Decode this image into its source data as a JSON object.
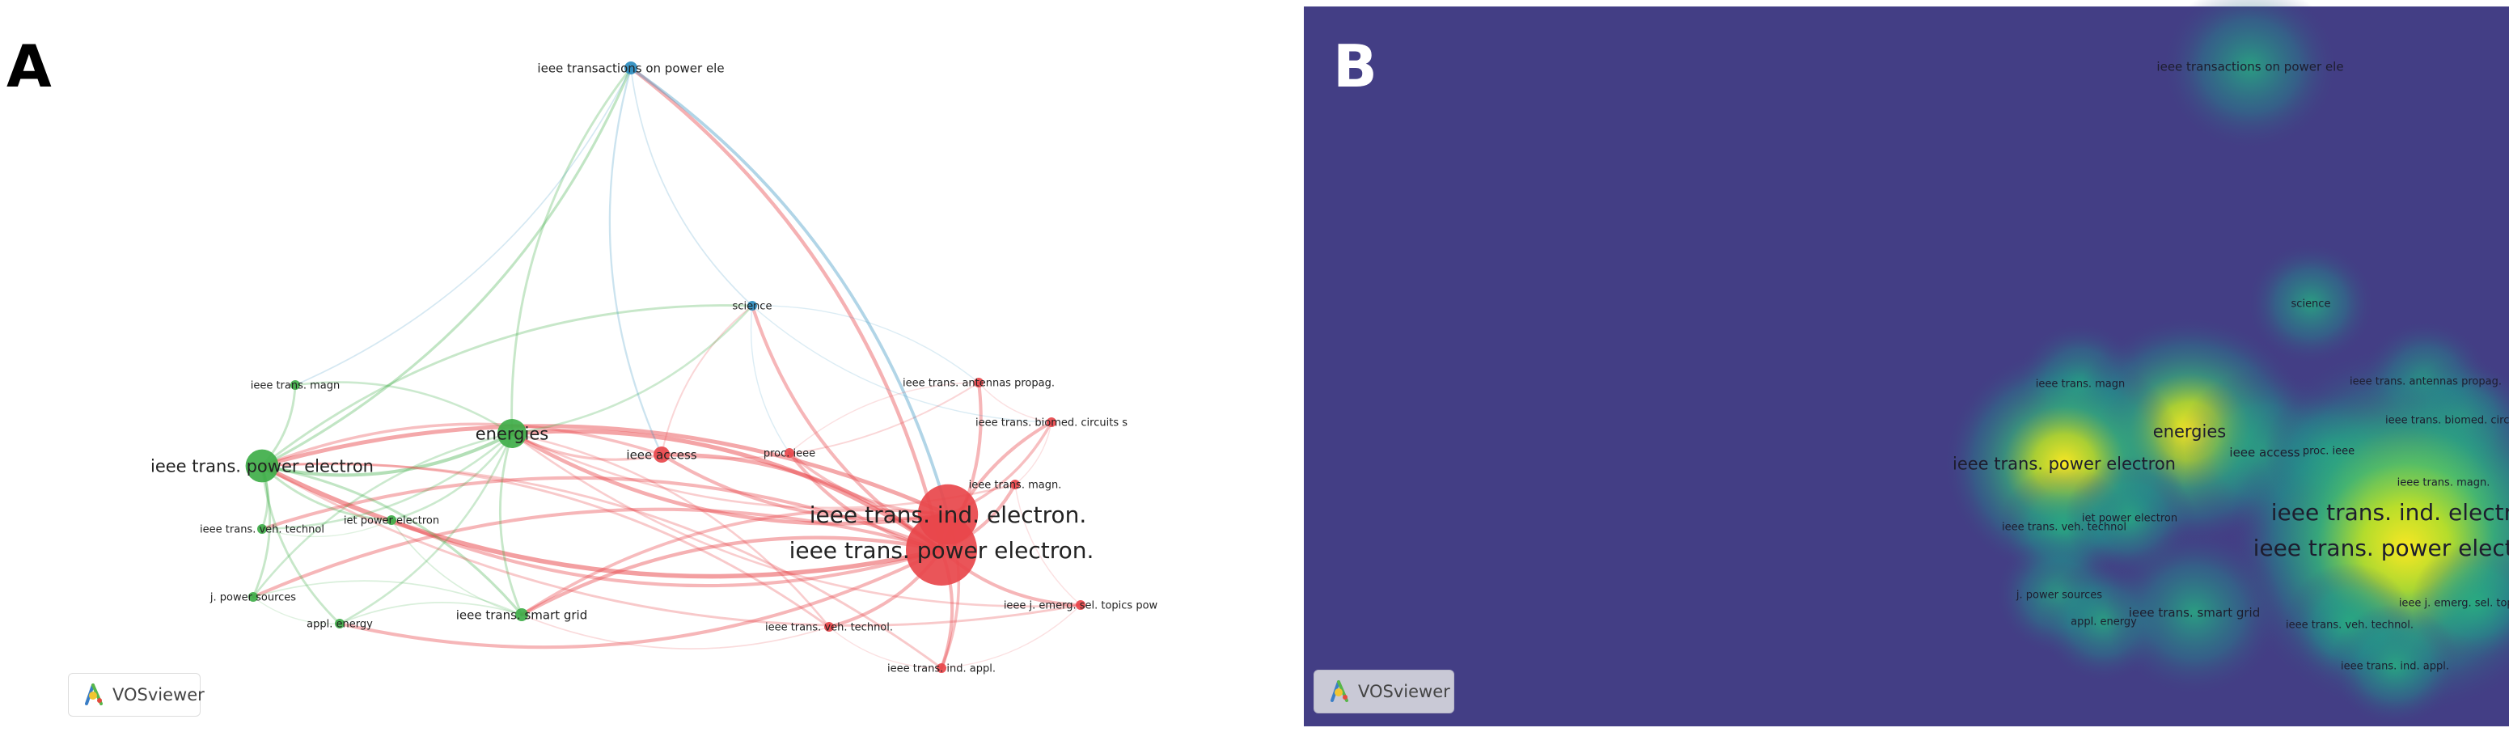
{
  "panels": {
    "a": {
      "letter": "A"
    },
    "b": {
      "letter": "B"
    }
  },
  "branding": {
    "label": "VOSviewer"
  },
  "colors": {
    "cluster_red": "#e8464b",
    "cluster_green": "#3fae49",
    "cluster_blue": "#2b8cbf",
    "density_bg": "#433e85",
    "density_peak": "#f9e723"
  },
  "network": {
    "nodes": [
      {
        "id": "tpe_ele",
        "label": "ieee transactions on power ele",
        "cluster": "blue",
        "weight": 2,
        "a": [
          780,
          84
        ],
        "b": [
          1170,
          82
        ]
      },
      {
        "id": "science",
        "label": "science",
        "cluster": "blue",
        "weight": 1,
        "a": [
          930,
          378
        ],
        "b": [
          1245,
          375
        ]
      },
      {
        "id": "magn_g",
        "label": "ieee trans. magn",
        "cluster": "green",
        "weight": 1,
        "a": [
          365,
          476
        ],
        "b": [
          960,
          474
        ]
      },
      {
        "id": "energies",
        "label": "energies",
        "cluster": "green",
        "weight": 5,
        "a": [
          633,
          536
        ],
        "b": [
          1095,
          533
        ]
      },
      {
        "id": "tpe_green",
        "label": "ieee trans. power electron",
        "cluster": "green",
        "weight": 6,
        "a": [
          324,
          576
        ],
        "b": [
          940,
          573
        ]
      },
      {
        "id": "ieee_access",
        "label": "ieee access",
        "cluster": "red",
        "weight": 3,
        "a": [
          818,
          562
        ],
        "b": [
          1188,
          559
        ]
      },
      {
        "id": "proc_ieee",
        "label": "proc. ieee",
        "cluster": "red",
        "weight": 1,
        "a": [
          976,
          560
        ],
        "b": [
          1267,
          557
        ]
      },
      {
        "id": "antennas",
        "label": "ieee trans. antennas propag.",
        "cluster": "red",
        "weight": 1,
        "a": [
          1210,
          473
        ],
        "b": [
          1387,
          471
        ]
      },
      {
        "id": "biomed",
        "label": "ieee trans. biomed. circuits s",
        "cluster": "red",
        "weight": 1,
        "a": [
          1300,
          522
        ],
        "b": [
          1431,
          519
        ]
      },
      {
        "id": "magn_r",
        "label": "ieee trans. magn.",
        "cluster": "red",
        "weight": 1,
        "a": [
          1255,
          599
        ],
        "b": [
          1409,
          596
        ]
      },
      {
        "id": "ind_elec",
        "label": "ieee trans. ind. electron.",
        "cluster": "red",
        "weight": 8,
        "a": [
          1172,
          636
        ],
        "b": [
          1367,
          633
        ]
      },
      {
        "id": "tpe_red",
        "label": "ieee trans. power electron.",
        "cluster": "red",
        "weight": 10,
        "a": [
          1164,
          680
        ],
        "b": [
          1362,
          677
        ]
      },
      {
        "id": "veh_g",
        "label": "ieee trans. veh. technol",
        "cluster": "green",
        "weight": 1,
        "a": [
          324,
          654
        ],
        "b": [
          940,
          651
        ]
      },
      {
        "id": "iet",
        "label": "iet power electron",
        "cluster": "green",
        "weight": 1,
        "a": [
          484,
          643
        ],
        "b": [
          1021,
          640
        ]
      },
      {
        "id": "jps",
        "label": "j. power sources",
        "cluster": "green",
        "weight": 1,
        "a": [
          313,
          738
        ],
        "b": [
          934,
          735
        ]
      },
      {
        "id": "appl_energy",
        "label": "appl. energy",
        "cluster": "green",
        "weight": 1,
        "a": [
          420,
          771
        ],
        "b": [
          989,
          768
        ]
      },
      {
        "id": "smart_grid",
        "label": "ieee trans. smart grid",
        "cluster": "green",
        "weight": 2,
        "a": [
          645,
          760
        ],
        "b": [
          1101,
          757
        ]
      },
      {
        "id": "veh_r",
        "label": "ieee trans. veh. technol.",
        "cluster": "red",
        "weight": 1,
        "a": [
          1025,
          775
        ],
        "b": [
          1293,
          772
        ]
      },
      {
        "id": "emerg",
        "label": "ieee j. emerg. sel. topics pow",
        "cluster": "red",
        "weight": 1,
        "a": [
          1336,
          748
        ],
        "b": [
          1449,
          745
        ]
      },
      {
        "id": "ind_appl",
        "label": "ieee trans. ind. appl.",
        "cluster": "red",
        "weight": 1,
        "a": [
          1164,
          826
        ],
        "b": [
          1349,
          823
        ]
      }
    ],
    "links": [
      [
        "tpe_red",
        "ind_elec"
      ],
      [
        "tpe_red",
        "energies"
      ],
      [
        "tpe_red",
        "tpe_green"
      ],
      [
        "tpe_red",
        "ieee_access"
      ],
      [
        "tpe_red",
        "proc_ieee"
      ],
      [
        "tpe_red",
        "antennas"
      ],
      [
        "tpe_red",
        "biomed"
      ],
      [
        "tpe_red",
        "magn_r"
      ],
      [
        "tpe_red",
        "veh_r"
      ],
      [
        "tpe_red",
        "emerg"
      ],
      [
        "tpe_red",
        "ind_appl"
      ],
      [
        "tpe_red",
        "smart_grid"
      ],
      [
        "tpe_red",
        "science"
      ],
      [
        "tpe_red",
        "tpe_ele"
      ],
      [
        "tpe_red",
        "iet"
      ],
      [
        "tpe_red",
        "jps"
      ],
      [
        "tpe_red",
        "appl_energy"
      ],
      [
        "tpe_red",
        "veh_g"
      ],
      [
        "ind_elec",
        "energies"
      ],
      [
        "ind_elec",
        "tpe_green"
      ],
      [
        "ind_elec",
        "ieee_access"
      ],
      [
        "ind_elec",
        "biomed"
      ],
      [
        "ind_elec",
        "ind_appl"
      ],
      [
        "ind_elec",
        "smart_grid"
      ],
      [
        "ieee_access",
        "energies"
      ],
      [
        "ieee_access",
        "tpe_green"
      ],
      [
        "ieee_access",
        "science"
      ],
      [
        "ieee_access",
        "antennas"
      ],
      [
        "energies",
        "tpe_green"
      ],
      [
        "energies",
        "smart_grid"
      ],
      [
        "energies",
        "appl_energy"
      ],
      [
        "energies",
        "jps"
      ],
      [
        "energies",
        "iet"
      ],
      [
        "energies",
        "magn_g"
      ],
      [
        "energies",
        "veh_g"
      ],
      [
        "energies",
        "science"
      ],
      [
        "energies",
        "tpe_ele"
      ],
      [
        "tpe_green",
        "magn_g"
      ],
      [
        "tpe_green",
        "veh_g"
      ],
      [
        "tpe_green",
        "iet"
      ],
      [
        "tpe_green",
        "jps"
      ],
      [
        "tpe_green",
        "appl_energy"
      ],
      [
        "tpe_green",
        "smart_grid"
      ],
      [
        "tpe_green",
        "tpe_ele"
      ],
      [
        "tpe_green",
        "science"
      ],
      [
        "jps",
        "appl_energy"
      ],
      [
        "jps",
        "smart_grid"
      ],
      [
        "veh_g",
        "iet"
      ],
      [
        "appl_energy",
        "smart_grid"
      ],
      [
        "iet",
        "smart_grid"
      ],
      [
        "science",
        "tpe_ele"
      ],
      [
        "science",
        "proc_ieee"
      ],
      [
        "science",
        "antennas"
      ],
      [
        "science",
        "biomed"
      ],
      [
        "tpe_ele",
        "ind_elec"
      ],
      [
        "tpe_ele",
        "ieee_access"
      ],
      [
        "tpe_ele",
        "magn_g"
      ],
      [
        "proc_ieee",
        "ind_elec"
      ],
      [
        "proc_ieee",
        "antennas"
      ],
      [
        "antennas",
        "biomed"
      ],
      [
        "biomed",
        "magn_r"
      ],
      [
        "magn_r",
        "emerg"
      ],
      [
        "emerg",
        "ind_appl"
      ],
      [
        "veh_r",
        "ind_appl"
      ],
      [
        "veh_r",
        "smart_grid"
      ],
      [
        "veh_r",
        "tpe_green"
      ],
      [
        "emerg",
        "tpe_green"
      ],
      [
        "ind_appl",
        "tpe_green"
      ],
      [
        "magn_r",
        "energies"
      ],
      [
        "veh_r",
        "energies"
      ],
      [
        "emerg",
        "energies"
      ]
    ]
  }
}
